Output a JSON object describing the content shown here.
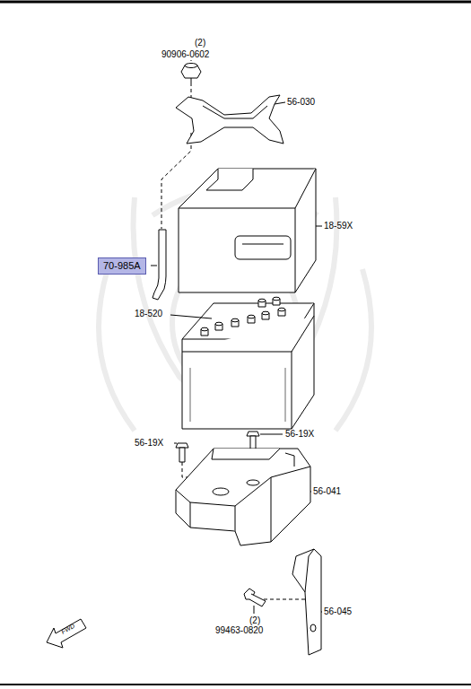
{
  "diagram": {
    "nodes": [
      {
        "text": [
          "70-985A"
        ]
      }
    ],
    "labels": [
      "(2)",
      "90906-0602",
      "56-030",
      "18-59X",
      "18-520",
      "56-19X",
      "56-19X",
      "56-041",
      "56-045",
      "(2)",
      "99463-0820",
      "FWD"
    ]
  }
}
